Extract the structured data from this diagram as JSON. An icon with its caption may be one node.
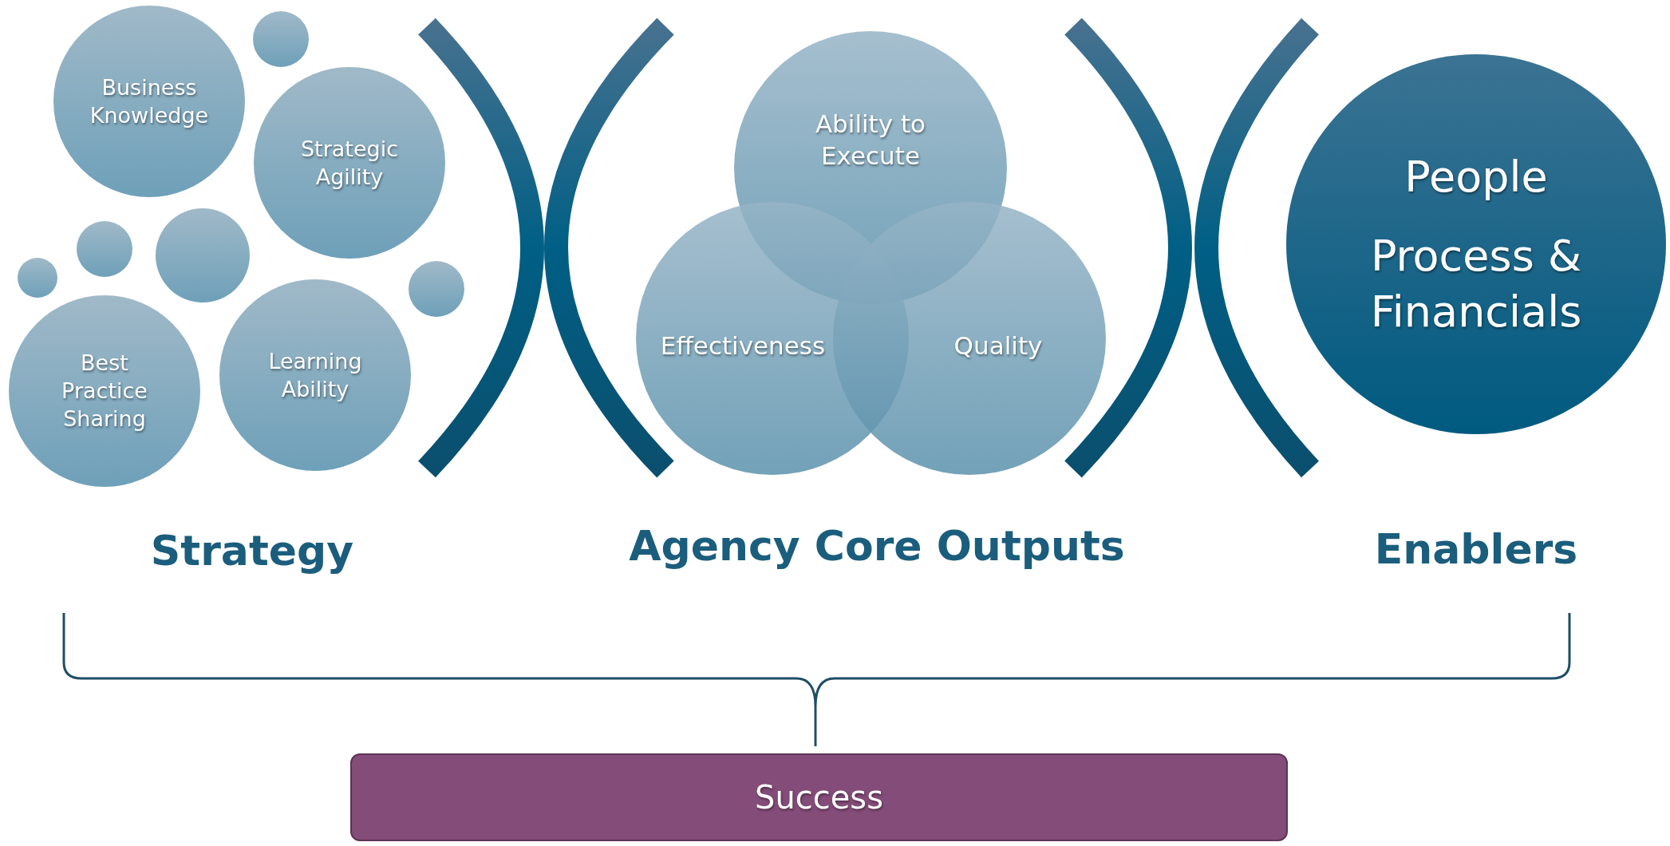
{
  "diagram": {
    "nodes": [
      {
        "text": [
          "Business Knowledge"
        ]
      },
      {
        "text": [],
        "shape": "circle"
      },
      {
        "text": [
          "Strategic Agility"
        ]
      },
      {
        "text": [],
        "shape": "circle"
      },
      {
        "text": [],
        "shape": "circle"
      },
      {
        "text": [],
        "shape": "circle"
      },
      {
        "text": [],
        "shape": "circle"
      },
      {
        "text": [
          "Best Practice Sharing"
        ]
      },
      {
        "text": [
          "Learning Ability"
        ]
      },
      {
        "text": [
          "Ability to Execute"
        ]
      },
      {
        "text": [
          "Effectiveness"
        ]
      },
      {
        "text": [
          "Quality"
        ]
      },
      {
        "text": [
          "People",
          "Process & Financials"
        ]
      },
      {
        "text": [
          "Success"
        ]
      }
    ],
    "edges": [],
    "labels": [
      "Strategy",
      "Agency Core Outputs",
      "Enablers"
    ]
  }
}
